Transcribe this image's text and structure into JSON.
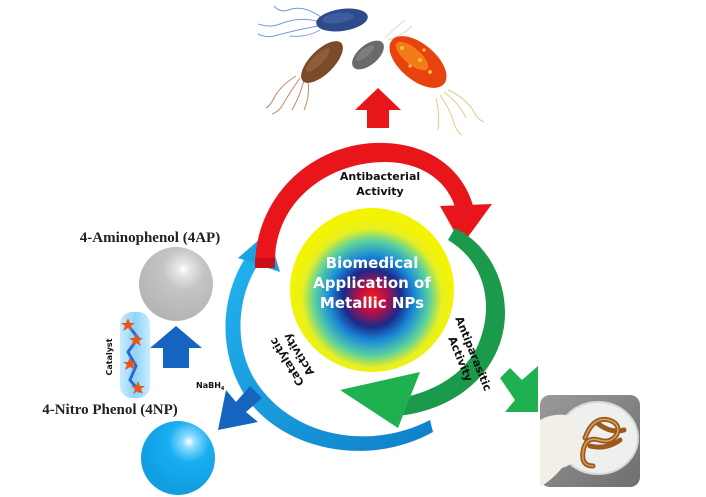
{
  "diagram": {
    "center": {
      "lines": [
        "Biomedical",
        "Application of",
        "Metallic NPs"
      ]
    },
    "arcs": [
      {
        "id": "antibacterial",
        "label_lines": [
          "Antibacterial",
          "Activity"
        ],
        "color": "#e8151b"
      },
      {
        "id": "antiparasitic",
        "label_lines": [
          "Antiparasitic",
          "Activity"
        ],
        "color": "#1a9a4a"
      },
      {
        "id": "catalytic",
        "label_lines": [
          "Catalytic",
          "Activity"
        ],
        "color": "#1aa3e0"
      }
    ],
    "catalysis": {
      "product_label": "4-Aminophenol (4AP)",
      "reactant_label": "4-Nitro Phenol (4NP)",
      "reagent_label": "NaBH",
      "reagent_subscript": "4",
      "catalyst_label": "Catalyst",
      "product_color": "#c8c8c8",
      "reactant_color": "#16a8e8",
      "arrow_color": "#1565c0"
    },
    "images": {
      "bacteria": "bacteria-illustration",
      "parasites": "worms-in-petri-dish-photo"
    },
    "colors": {
      "red": "#e8151b",
      "green": "#1a9a4a",
      "cyan": "#1aa3e0",
      "blue": "#1565c0"
    }
  }
}
